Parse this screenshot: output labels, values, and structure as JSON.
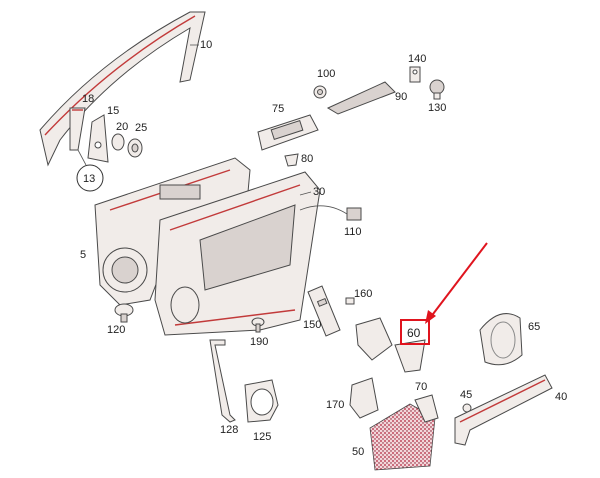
{
  "diagram": {
    "highlight_color": "#e0141e",
    "part_line_color": "#c23a3a",
    "foam_color": "#b0223a",
    "callouts": {
      "p5": "5",
      "p10": "10",
      "p13": "13",
      "p15": "15",
      "p18": "18",
      "p20": "20",
      "p25": "25",
      "p30": "30",
      "p40": "40",
      "p45": "45",
      "p50": "50",
      "p60": "60",
      "p65": "65",
      "p70": "70",
      "p75": "75",
      "p80": "80",
      "p90": "90",
      "p100": "100",
      "p110": "110",
      "p120": "120",
      "p125": "125",
      "p128": "128",
      "p130": "130",
      "p140": "140",
      "p150": "150",
      "p160": "160",
      "p170": "170",
      "p190": "190"
    }
  }
}
